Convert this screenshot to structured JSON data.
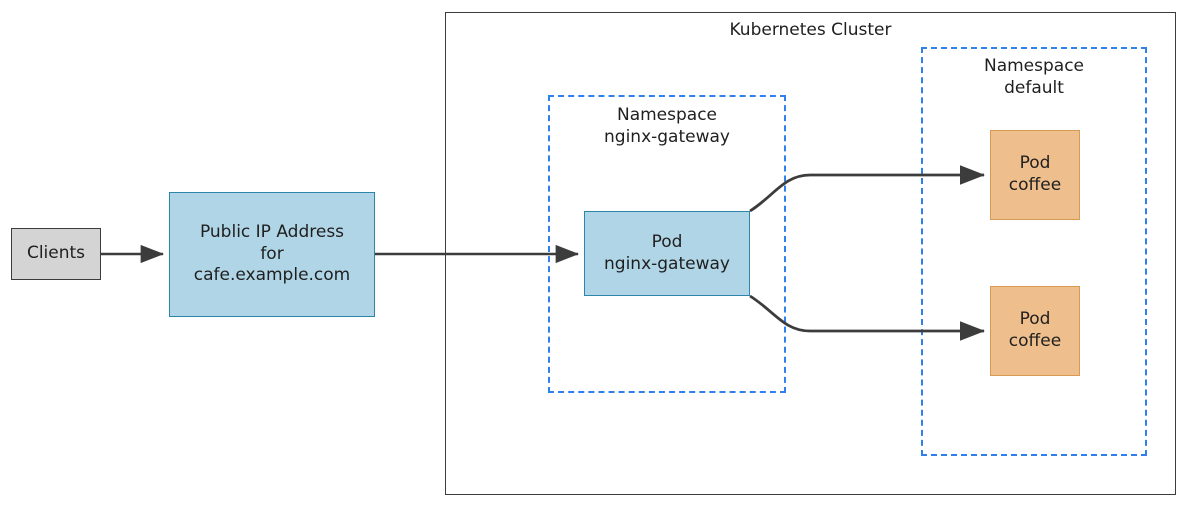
{
  "diagram": {
    "title": "Kubernetes Cluster",
    "cluster": {
      "label": "Kubernetes Cluster"
    },
    "namespaces": [
      {
        "id": "nginx-gateway",
        "title": "Namespace\nnginx-gateway",
        "border_color": "#2f80ed",
        "style": "dashed"
      },
      {
        "id": "default",
        "title": "Namespace\ndefault",
        "border_color": "#2f80ed",
        "style": "dashed"
      }
    ],
    "nodes": [
      {
        "id": "clients",
        "label": "Clients",
        "fill": "#d4d4d4",
        "stroke": "#3c3c3c"
      },
      {
        "id": "public-ip",
        "label": "Public IP Address\nfor\ncafe.example.com",
        "fill": "#b0d5e6",
        "stroke": "#2d85ab"
      },
      {
        "id": "pod-nginx-gateway",
        "label": "Pod\nnginx-gateway",
        "fill": "#b0d5e6",
        "stroke": "#2d85ab"
      },
      {
        "id": "pod-coffee-1",
        "label": "Pod\ncoffee",
        "fill": "#eebe8c",
        "stroke": "#d79b54"
      },
      {
        "id": "pod-coffee-2",
        "label": "Pod\ncoffee",
        "fill": "#eebe8c",
        "stroke": "#d79b54"
      }
    ],
    "edges": [
      {
        "id": "clients-to-public-ip",
        "from": "clients",
        "to": "public-ip",
        "style": "straight",
        "color": "#3c3c3c"
      },
      {
        "id": "public-ip-to-pod-gateway",
        "from": "public-ip",
        "to": "pod-nginx-gateway",
        "style": "straight",
        "color": "#3c3c3c"
      },
      {
        "id": "pod-gateway-to-coffee-1",
        "from": "pod-nginx-gateway",
        "to": "pod-coffee-1",
        "style": "curved",
        "color": "#3c3c3c"
      },
      {
        "id": "pod-gateway-to-coffee-2",
        "from": "pod-nginx-gateway",
        "to": "pod-coffee-2",
        "style": "curved",
        "color": "#3c3c3c"
      }
    ]
  }
}
